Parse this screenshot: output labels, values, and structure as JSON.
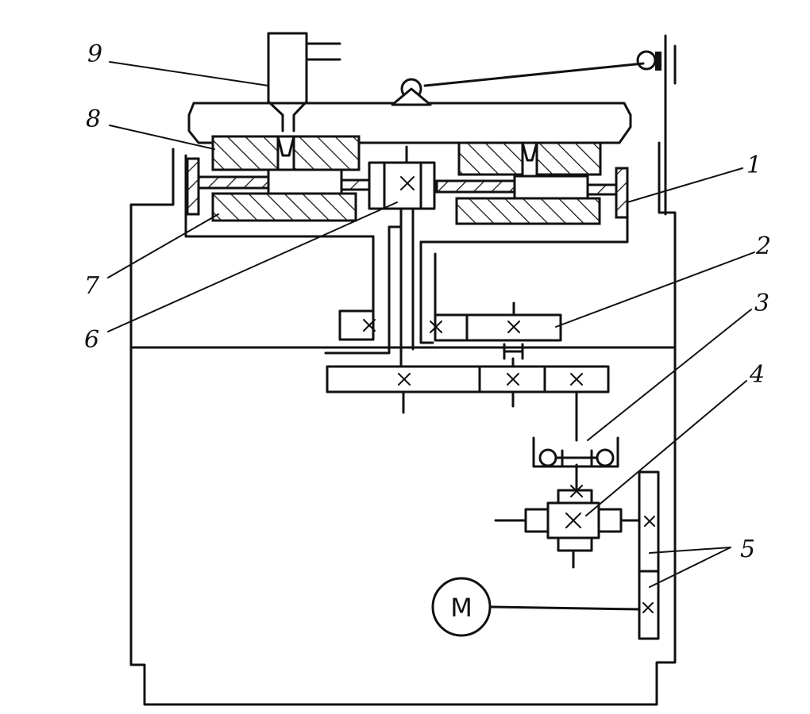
{
  "diagram": {
    "labels": [
      "1",
      "2",
      "3",
      "4",
      "5",
      "6",
      "7",
      "8",
      "9"
    ],
    "motor_label": "M"
  }
}
